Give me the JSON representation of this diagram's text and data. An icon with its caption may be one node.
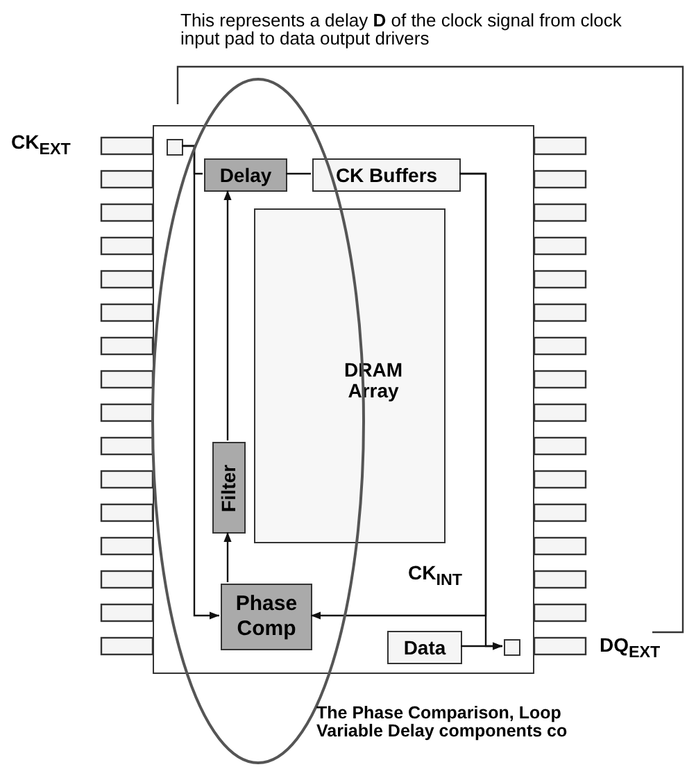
{
  "diagram": {
    "nodes": [
      {
        "text": [],
        "shape": "box"
      },
      {
        "text": [
          "Delay"
        ],
        "in": 0
      },
      {
        "text": [
          "CK Buffers"
        ],
        "in": 0
      },
      {
        "text": [
          "DRAM Array"
        ],
        "in": 0
      },
      {
        "text": [
          "Filter"
        ],
        "in": 0
      },
      {
        "text": [
          "Phase Comp"
        ],
        "in": 0
      },
      {
        "text": [
          "Data"
        ],
        "in": 0
      },
      {
        "text": [],
        "shape": "box",
        "in": 0
      },
      {
        "text": [],
        "shape": "box",
        "in": 0
      }
    ],
    "edges": [
      {
        "from": 7,
        "to": 1,
        "arrow": "none"
      },
      {
        "from": 7,
        "to": 5,
        "arrow": "to"
      },
      {
        "from": 1,
        "to": 2,
        "arrow": "none"
      },
      {
        "from": 2,
        "to": 5,
        "arrow": "to"
      },
      {
        "from": 2,
        "to": 8,
        "arrow": "to"
      },
      {
        "from": 6,
        "to": 8,
        "arrow": "to"
      },
      {
        "from": 5,
        "to": 4,
        "arrow": "to"
      },
      {
        "from": 4,
        "to": 1,
        "arrow": "to"
      }
    ],
    "labels": [
      "This represents a delay **D** of the clock signal from clock input pad to data output drivers",
      "CK$_{EXT}$",
      "CK$_{INT}$",
      "DQ$_{EXT}$",
      "The Phase Comparison, Loop Variable Delay components co"
    ]
  }
}
